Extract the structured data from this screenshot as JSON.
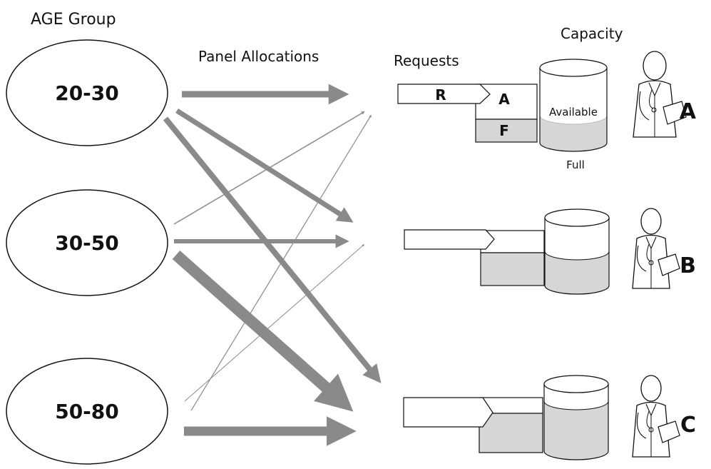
{
  "headers": {
    "age_group": "AGE Group",
    "panel_allocations": "Panel Allocations",
    "requests": "Requests",
    "capacity": "Capacity"
  },
  "age_groups": [
    "20-30",
    "30-50",
    "50-80"
  ],
  "providers": [
    "A",
    "B",
    "C"
  ],
  "request_block_label": "R",
  "segment_labels": {
    "available_short": "A",
    "full_short": "F"
  },
  "capacity_labels": {
    "available": "Available",
    "full": "Full"
  },
  "colors": {
    "arrow": "#8a8a8a",
    "full_fill": "#d6d6d6",
    "outline": "#111111"
  },
  "icons": [
    "doctor-icon",
    "doctor-icon",
    "doctor-icon"
  ]
}
